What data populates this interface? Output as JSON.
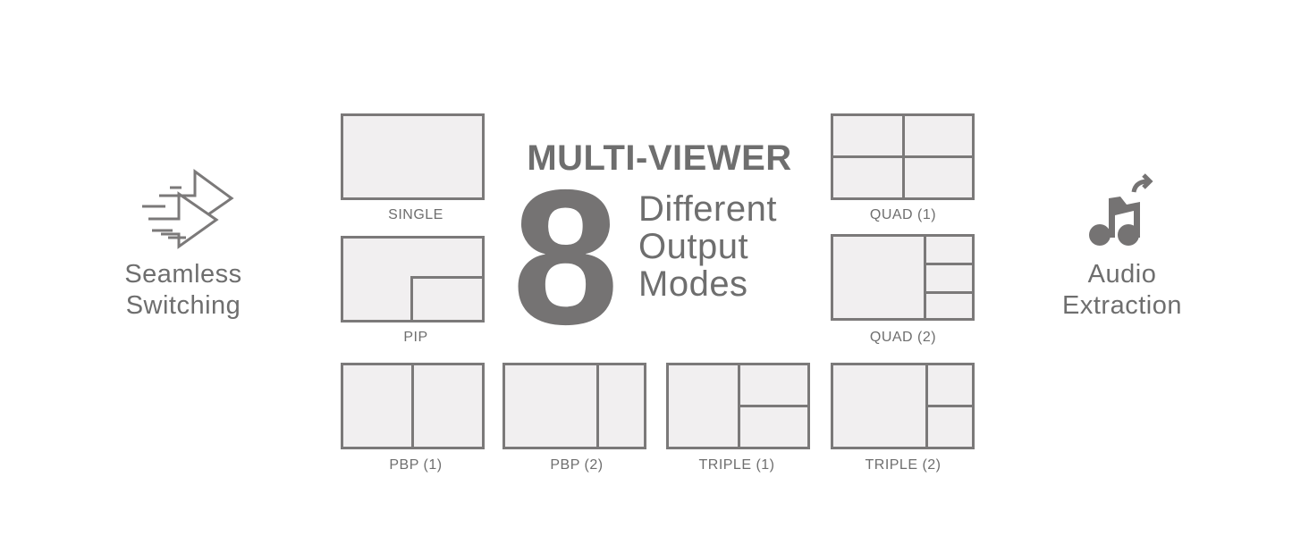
{
  "left_feature": {
    "line1": "Seamless",
    "line2": "Switching",
    "icon": "fast-forward-arrows-icon"
  },
  "right_feature": {
    "line1": "Audio",
    "line2": "Extraction",
    "icon": "music-note-export-icon"
  },
  "headline": {
    "title": "MULTI-VIEWER",
    "number": "8",
    "line1": "Different",
    "line2": "Output",
    "line3": "Modes"
  },
  "modes": [
    "SINGLE",
    "PIP",
    "QUAD (1)",
    "QUAD (2)",
    "PBP (1)",
    "PBP (2)",
    "TRIPLE (1)",
    "TRIPLE (2)"
  ],
  "colors": {
    "frame": "#7b7979",
    "fill": "#f1eff0",
    "text": "#6e6e6e"
  }
}
